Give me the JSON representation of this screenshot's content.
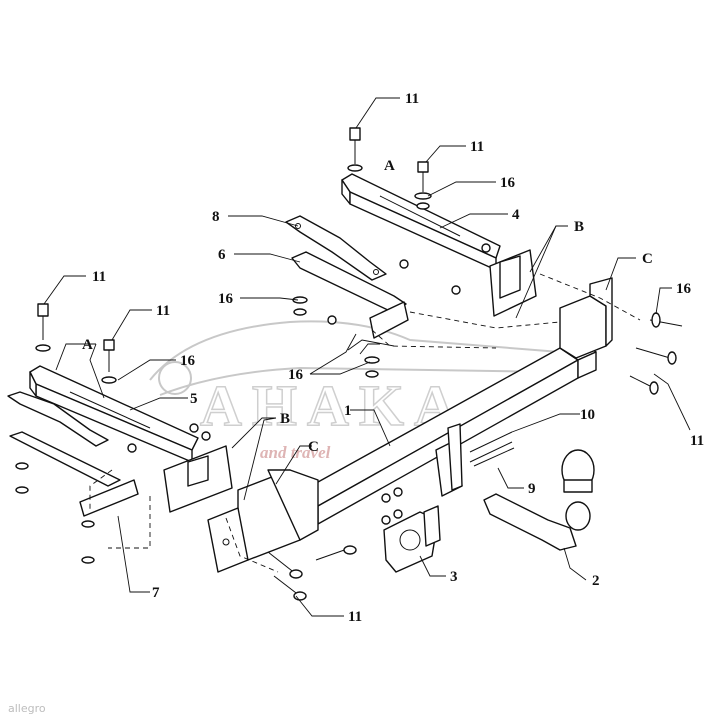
{
  "callouts": {
    "c11_top": "11",
    "c11_top2": "11",
    "c16_top": "16",
    "c4": "4",
    "c8": "8",
    "c6": "6",
    "cB_top": "B",
    "cC_top": "C",
    "c16_right": "16",
    "c16_left": "16",
    "c11_left": "11",
    "c11_left2": "11",
    "cA_top": "A",
    "cA_left": "A",
    "c16_mid": "16",
    "c16_lower": "16",
    "c5": "5",
    "c1": "1",
    "cB_left": "B",
    "cC_left": "C",
    "c10": "10",
    "c11_right": "11",
    "c9": "9",
    "c3": "3",
    "c2": "2",
    "c7": "7",
    "c11_bottom": "11"
  },
  "watermark": {
    "brand": "AHAKA",
    "tagline": "and travel"
  },
  "corner_mark": "allegro"
}
